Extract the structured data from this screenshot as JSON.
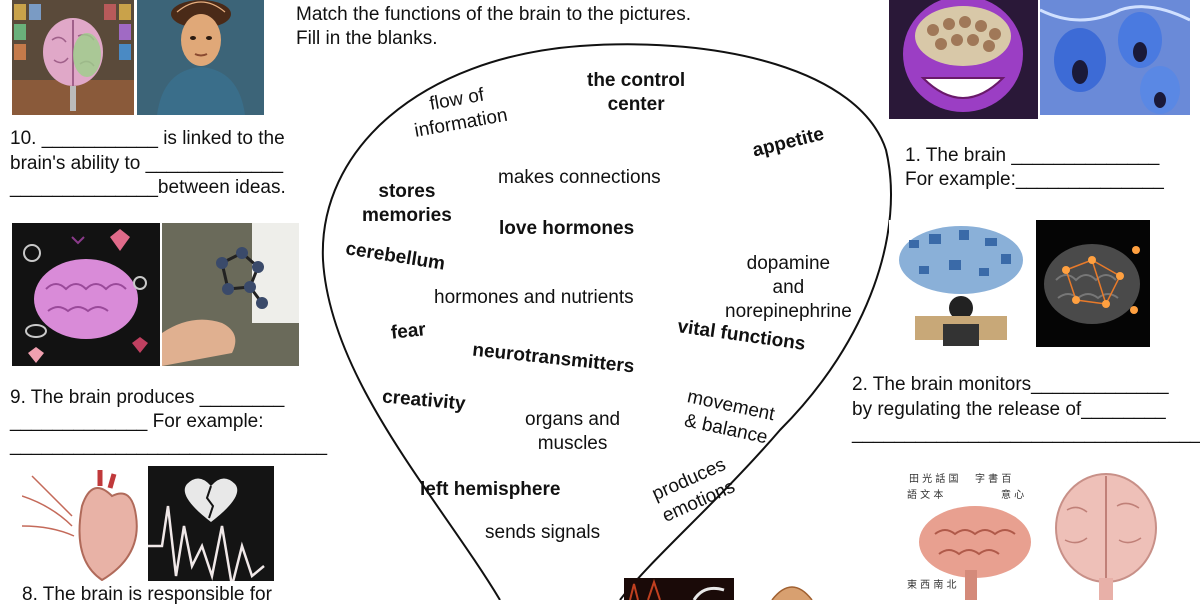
{
  "instructions": {
    "line1": "Match the functions of the brain to the pictures.",
    "line2": "Fill in the blanks."
  },
  "word_bank": [
    {
      "text": "flow of\ninformation",
      "bold": false
    },
    {
      "text": "the control\ncenter",
      "bold": true
    },
    {
      "text": "appetite",
      "bold": true
    },
    {
      "text": "makes connections",
      "bold": false
    },
    {
      "text": "stores\nmemories",
      "bold": true
    },
    {
      "text": "love hormones",
      "bold": true
    },
    {
      "text": "cerebellum",
      "bold": true
    },
    {
      "text": "dopamine\nand\nnorepinephrine",
      "bold": false
    },
    {
      "text": "hormones and nutrients",
      "bold": false
    },
    {
      "text": "fear",
      "bold": true
    },
    {
      "text": "vital functions",
      "bold": true
    },
    {
      "text": "neurotransmitters",
      "bold": true
    },
    {
      "text": "creativity",
      "bold": true
    },
    {
      "text": "organs and\nmuscles",
      "bold": false
    },
    {
      "text": "movement\n& balance",
      "bold": false
    },
    {
      "text": "left hemisphere",
      "bold": true
    },
    {
      "text": "produces\nemotions",
      "bold": false
    },
    {
      "text": "sends signals",
      "bold": false
    }
  ],
  "questions": {
    "q1": {
      "line1": "1. The brain ______________",
      "line2": "For example:______________"
    },
    "q2": {
      "line1": "2. The brain monitors_____________",
      "line2": "by regulating the release of________",
      "line3": "____________________________________"
    },
    "q8": {
      "line1": "8. The brain is responsible for"
    },
    "q9": {
      "line1": "9. The brain produces ________",
      "line2": "_____________  For example:",
      "line3": "______________________________"
    },
    "q10": {
      "line1": "10. ___________ is linked to the",
      "line2": "brain's ability to _____________",
      "line3": "______________between ideas."
    }
  },
  "colors": {
    "text": "#111111",
    "outline": "#111111",
    "brain_pink": "#d98bd8",
    "brain_flesh": "#e8b2a6",
    "heart_red": "#c0393b",
    "dark_bg": "#141414",
    "face_purple": "#9b3ec4",
    "screaming_blue": "#3d6bd6"
  }
}
